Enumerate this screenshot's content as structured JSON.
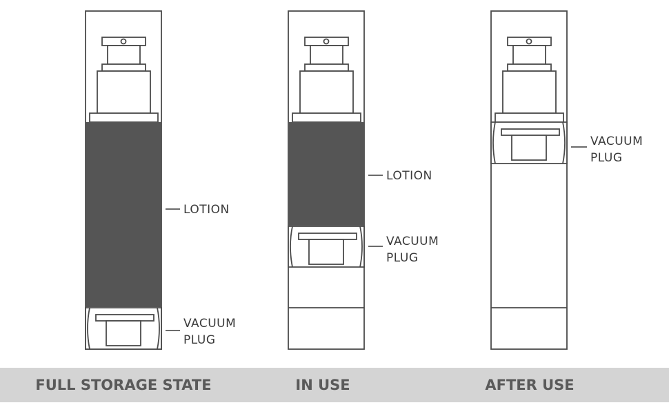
{
  "panels": [
    {
      "state_label": "FULL STORAGE STATE",
      "lotion_label": "LOTION",
      "plug_label_line1": "VACUUM",
      "plug_label_line2": "PLUG"
    },
    {
      "state_label": "IN USE",
      "lotion_label": "LOTION",
      "plug_label_line1": "VACUUM",
      "plug_label_line2": "PLUG"
    },
    {
      "state_label": "AFTER USE",
      "plug_label_line1": "VACUUM",
      "plug_label_line2": "PLUG"
    }
  ],
  "colors": {
    "outline": "#4a4a4a",
    "lotion": "#555555",
    "footer_bg": "#d4d4d4",
    "footer_text": "#5a5a5a"
  }
}
